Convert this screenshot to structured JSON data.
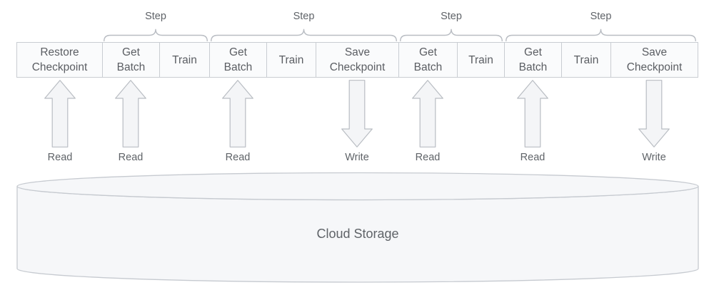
{
  "diagram": {
    "steps": [
      {
        "label": "Step"
      },
      {
        "label": "Step"
      },
      {
        "label": "Step"
      },
      {
        "label": "Step"
      }
    ],
    "stages": [
      {
        "label": "Restore\nCheckpoint"
      },
      {
        "label": "Get\nBatch"
      },
      {
        "label": "Train"
      },
      {
        "label": "Get\nBatch"
      },
      {
        "label": "Train"
      },
      {
        "label": "Save\nCheckpoint"
      },
      {
        "label": "Get\nBatch"
      },
      {
        "label": "Train"
      },
      {
        "label": "Get\nBatch"
      },
      {
        "label": "Train"
      },
      {
        "label": "Save\nCheckpoint"
      }
    ],
    "arrows": [
      {
        "direction": "up",
        "label": "Read"
      },
      {
        "direction": "up",
        "label": "Read"
      },
      {
        "direction": "up",
        "label": "Read"
      },
      {
        "direction": "down",
        "label": "Write"
      },
      {
        "direction": "up",
        "label": "Read"
      },
      {
        "direction": "up",
        "label": "Read"
      },
      {
        "direction": "down",
        "label": "Write"
      }
    ],
    "storage": {
      "label": "Cloud Storage"
    },
    "colors": {
      "background": "#ffffff",
      "box_fill": "#fafbfc",
      "box_border": "#c9cdd2",
      "arrow_fill": "#f4f5f7",
      "arrow_border": "#b9bdc3",
      "brace": "#b9bdc3",
      "cylinder_fill": "#f6f7f9",
      "cylinder_border": "#c6cad0",
      "text": "#5f6368"
    }
  }
}
